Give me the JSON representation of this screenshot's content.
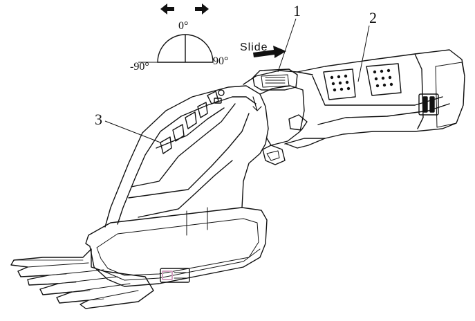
{
  "rotation_indicator": {
    "angle_top": "0°",
    "angle_left": "-90°",
    "angle_right": "90°"
  },
  "slide_label": "Slide",
  "callouts": [
    {
      "number": "1"
    },
    {
      "number": "2"
    },
    {
      "number": "3"
    }
  ],
  "colors": {
    "line": "#111111",
    "accent_pink": "#d2a0c0"
  }
}
